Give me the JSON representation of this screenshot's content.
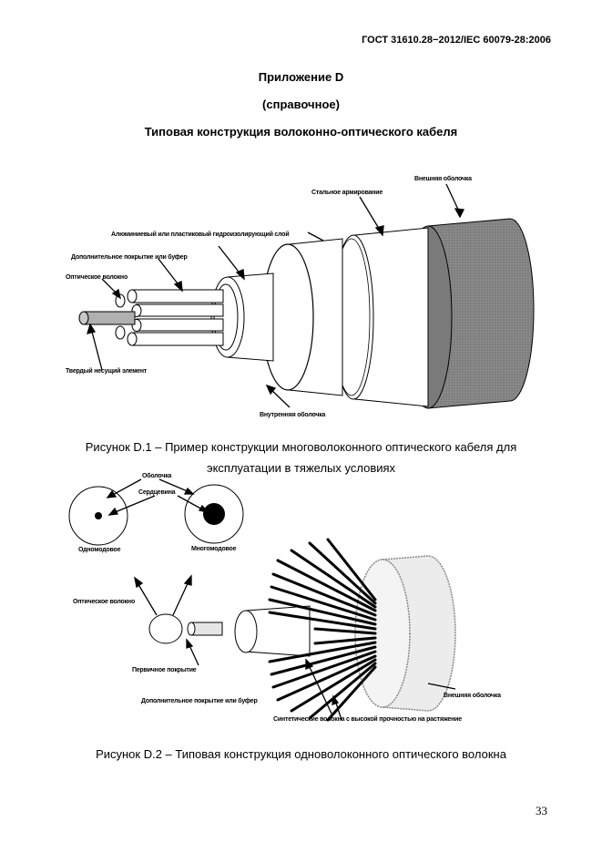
{
  "header": {
    "standard": "ГОСТ 31610.28−2012/IEC 60079-28:2006"
  },
  "appendix": {
    "title": "Приложение D",
    "subtitle": "(справочное)",
    "heading": "Типовая конструкция волоконно-оптического кабеля"
  },
  "figure1": {
    "labels": {
      "outer_sheath": "Внешняя оболочка",
      "steel_armor": "Стальное армирование",
      "water_barrier": "Алюминиевый или пластиковый гидроизолирующий слой",
      "buffer": "Дополнительное покрытие или буфер",
      "optical_fiber": "Оптическое волокно",
      "strength_member": "Твердый несущий элемент",
      "inner_sheath": "Внутренняя оболочка"
    },
    "caption_line1": "Рисунок  D.1 – Пример конструкции многоволоконного оптического кабеля для",
    "caption_line2": "эксплуатации в тяжелых условиях"
  },
  "figure2": {
    "labels": {
      "cladding": "Оболочка",
      "core": "Сердцевина",
      "single_mode": "Одномодовое",
      "multi_mode": "Многомодовое",
      "optical_fiber": "Оптическое волокно",
      "primary_coating": "Первичное покрытие",
      "buffer": "Дополнительное покрытие или буфер",
      "outer_sheath": "Внешняя оболочка",
      "synthetic_fibers": "Синтетические волокна с высокой прочностью на растяжение"
    },
    "caption": "Рисунок D.2 – Типовая конструкция одноволоконного оптического волокна"
  },
  "page_number": "33"
}
